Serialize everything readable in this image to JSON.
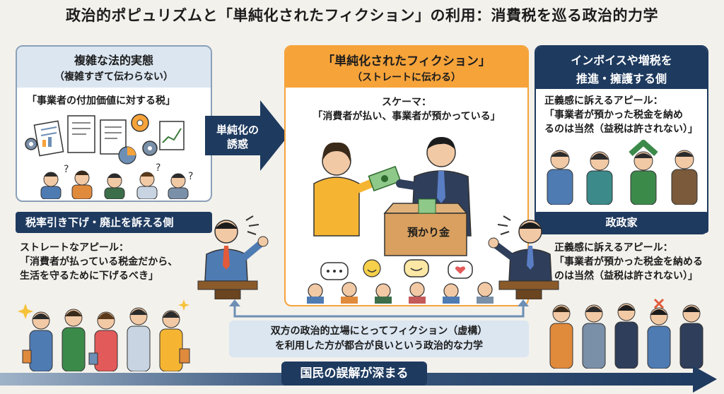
{
  "title": "政治的ポピュリズムと「単純化されたフィクション」の利用：消費税を巡る政治的力学",
  "left_panel": {
    "heading": "複雑な法的実態",
    "subheading": "（複雑すぎて伝わらない）",
    "quote": "「事業者の付加価値に対する税」"
  },
  "temptation": {
    "line1": "単純化の",
    "line2": "誘惑"
  },
  "center_panel": {
    "heading": "「単純化されたフィクション」",
    "subheading": "（ストレートに伝わる）",
    "schema_label": "スケーマ：",
    "schema_text": "「消費者が払い、事業者が預かっている」",
    "box_label": "預かり金"
  },
  "right_panel": {
    "heading_line1": "インボイスや増税を",
    "heading_line2": "推進・擁護する側",
    "appeal_label": "正義感に訴えるアピール：",
    "appeal_line1": "「事業者が預かった税金を納め",
    "appeal_line2": "るのは当然（益税は許されない）」"
  },
  "politician_band": {
    "label": "政政家"
  },
  "left_side": {
    "heading": "税率引き下げ・廃止を訴える側",
    "appeal_label": "ストレートなアピール：",
    "appeal_line1": "「消費者が払っている税金だから、",
    "appeal_line2": "生活を守るために下げるべき」"
  },
  "right_side": {
    "appeal_label": "正義感に訴えるアピール：",
    "appeal_line1": "「事業者が預かった税金を納める",
    "appeal_line2": "のは当然（益税は許されない）」"
  },
  "bottom_note": {
    "line1": "双方の政治的立場にとってフィクション（虚構）",
    "line2": "を利用した方が都合が良いという政治的な力学"
  },
  "footer_banner": "国民の誤解が深まる",
  "colors": {
    "navy": "#1e3a5f",
    "orange": "#f6a33a",
    "light_blue": "#dbe6f1",
    "panel_border": "#8aa0b8"
  }
}
